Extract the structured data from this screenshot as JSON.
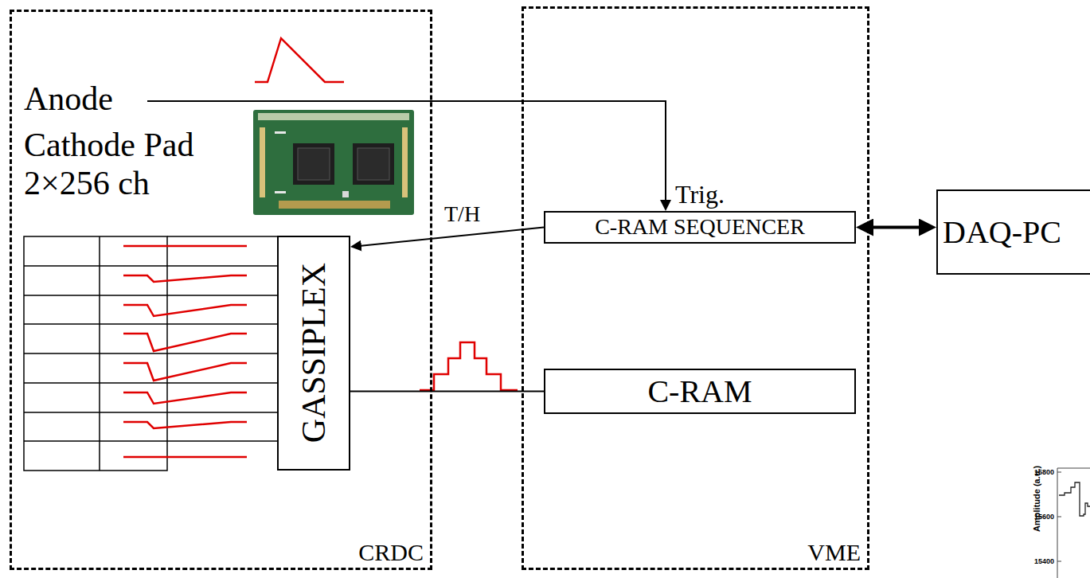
{
  "diagram": {
    "nodes": [
      {
        "text": [
          "CRDC"
        ]
      },
      {
        "text": [
          "GASSIPLEX"
        ],
        "in": 0
      },
      {
        "text": [
          "VME"
        ]
      },
      {
        "text": [
          "C-RAM SEQUENCER"
        ],
        "in": 2
      },
      {
        "text": [
          "C-RAM"
        ],
        "in": 2
      },
      {
        "text": [
          "DAQ-PC"
        ]
      }
    ],
    "edges": [
      {
        "from": 3,
        "to": 1,
        "arrow": "to",
        "label": "T/H"
      },
      {
        "from": 1,
        "to": 4,
        "arrow": "none"
      },
      {
        "from": 3,
        "to": 5,
        "arrow": "both"
      }
    ],
    "labels": [
      "Anode",
      "Cathode Pad 2×256 ch",
      "Trig.",
      "Amplitude (a.u.)",
      "15800",
      "15600",
      "15400"
    ]
  }
}
